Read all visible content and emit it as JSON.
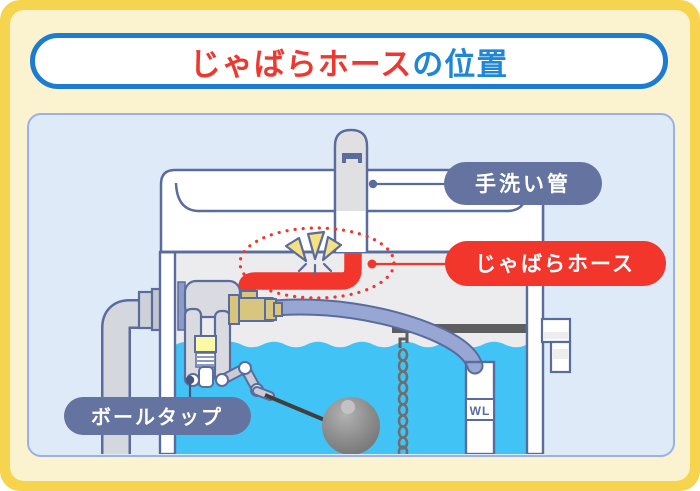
{
  "title": {
    "highlight": "じゃばらホース",
    "rest": "の位置"
  },
  "labels": {
    "hand_wash_pipe": "手洗い管",
    "bellows_hose": "じゃばらホース",
    "ball_tap": "ボールタップ",
    "water_level": "WL"
  },
  "colors": {
    "frame_border": "#F7D44E",
    "frame_bg": "#FBF3D0",
    "title_border": "#1B7CD2",
    "title_text_red": "#EF3730",
    "title_text_blue": "#1E87D9",
    "panel_bg": "#DFEAF9",
    "panel_border": "#9AB1E6",
    "outline_slate": "#5A6B9E",
    "water": "#41C4F5",
    "hose_red": "#F2362C",
    "refill_hose_blue": "#97A6D3",
    "badge_slate": "#64739F",
    "badge_red": "#F2362C",
    "brass_fitting": "#D9C67E",
    "sparkle_yellow": "#F6E180",
    "ball_gray": "#8E8E8E",
    "lever_gray": "#5E5E5E"
  }
}
